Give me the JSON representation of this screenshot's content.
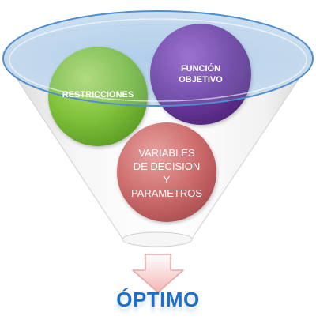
{
  "funnel": {
    "items": [
      {
        "label": "RESTRICCIONES",
        "color": "#7fc23a"
      },
      {
        "label": "FUNCIÓN\nOBJETIVO",
        "color": "#6f3aa2"
      },
      {
        "label": "VARIABLES\nDE DECISION\nY\nPARAMETROS",
        "color": "#cf6f6f"
      }
    ],
    "rim_color": "#bcd7ee",
    "outline_color": "#4f8fcf"
  },
  "result": {
    "label": "ÓPTIMO",
    "color": "#1f6fc9"
  }
}
